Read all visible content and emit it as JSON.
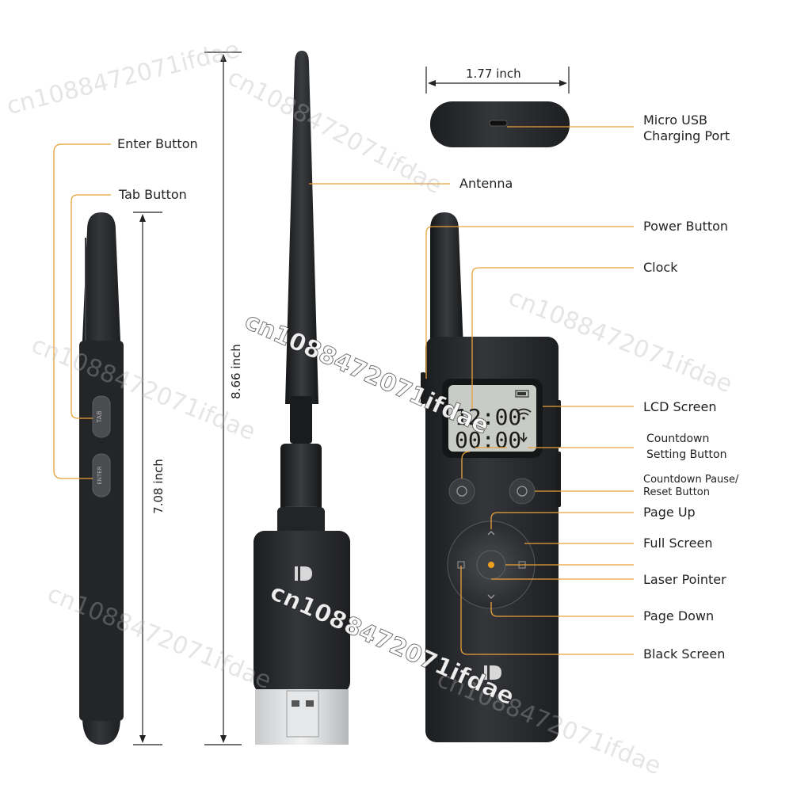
{
  "dimensions": {
    "width_label": "1.77 inch",
    "total_height_label": "8.66 inch",
    "body_height_label": "7.08 inch"
  },
  "callouts": {
    "enter_button": "Enter Button",
    "tab_button": "Tab Button",
    "antenna": "Antenna",
    "micro_usb": [
      "Micro USB",
      "Charging Port"
    ],
    "power_button": "Power Button",
    "clock": "Clock",
    "lcd_screen": "LCD Screen",
    "countdown_setting": [
      "Countdown",
      "Setting Button"
    ],
    "countdown_pause": [
      "Countdown Pause/",
      "Reset Button"
    ],
    "page_up": "Page Up",
    "full_screen": "Full Screen",
    "laser_pointer": "Laser Pointer",
    "page_down": "Page Down",
    "black_screen": "Black Screen"
  },
  "device_text": {
    "lcd_time": "12:00",
    "lcd_countdown": "00:00",
    "side_button_tab": "TAB",
    "side_button_enter": "ENTER"
  },
  "watermark": "cn1088472071ifdae",
  "colors": {
    "device_body": "#2b2c2e",
    "device_dark": "#1c1d1f",
    "lcd_background": "#c9ccc6",
    "leader_line": "#e8a23a",
    "dimension_line": "#222222"
  }
}
